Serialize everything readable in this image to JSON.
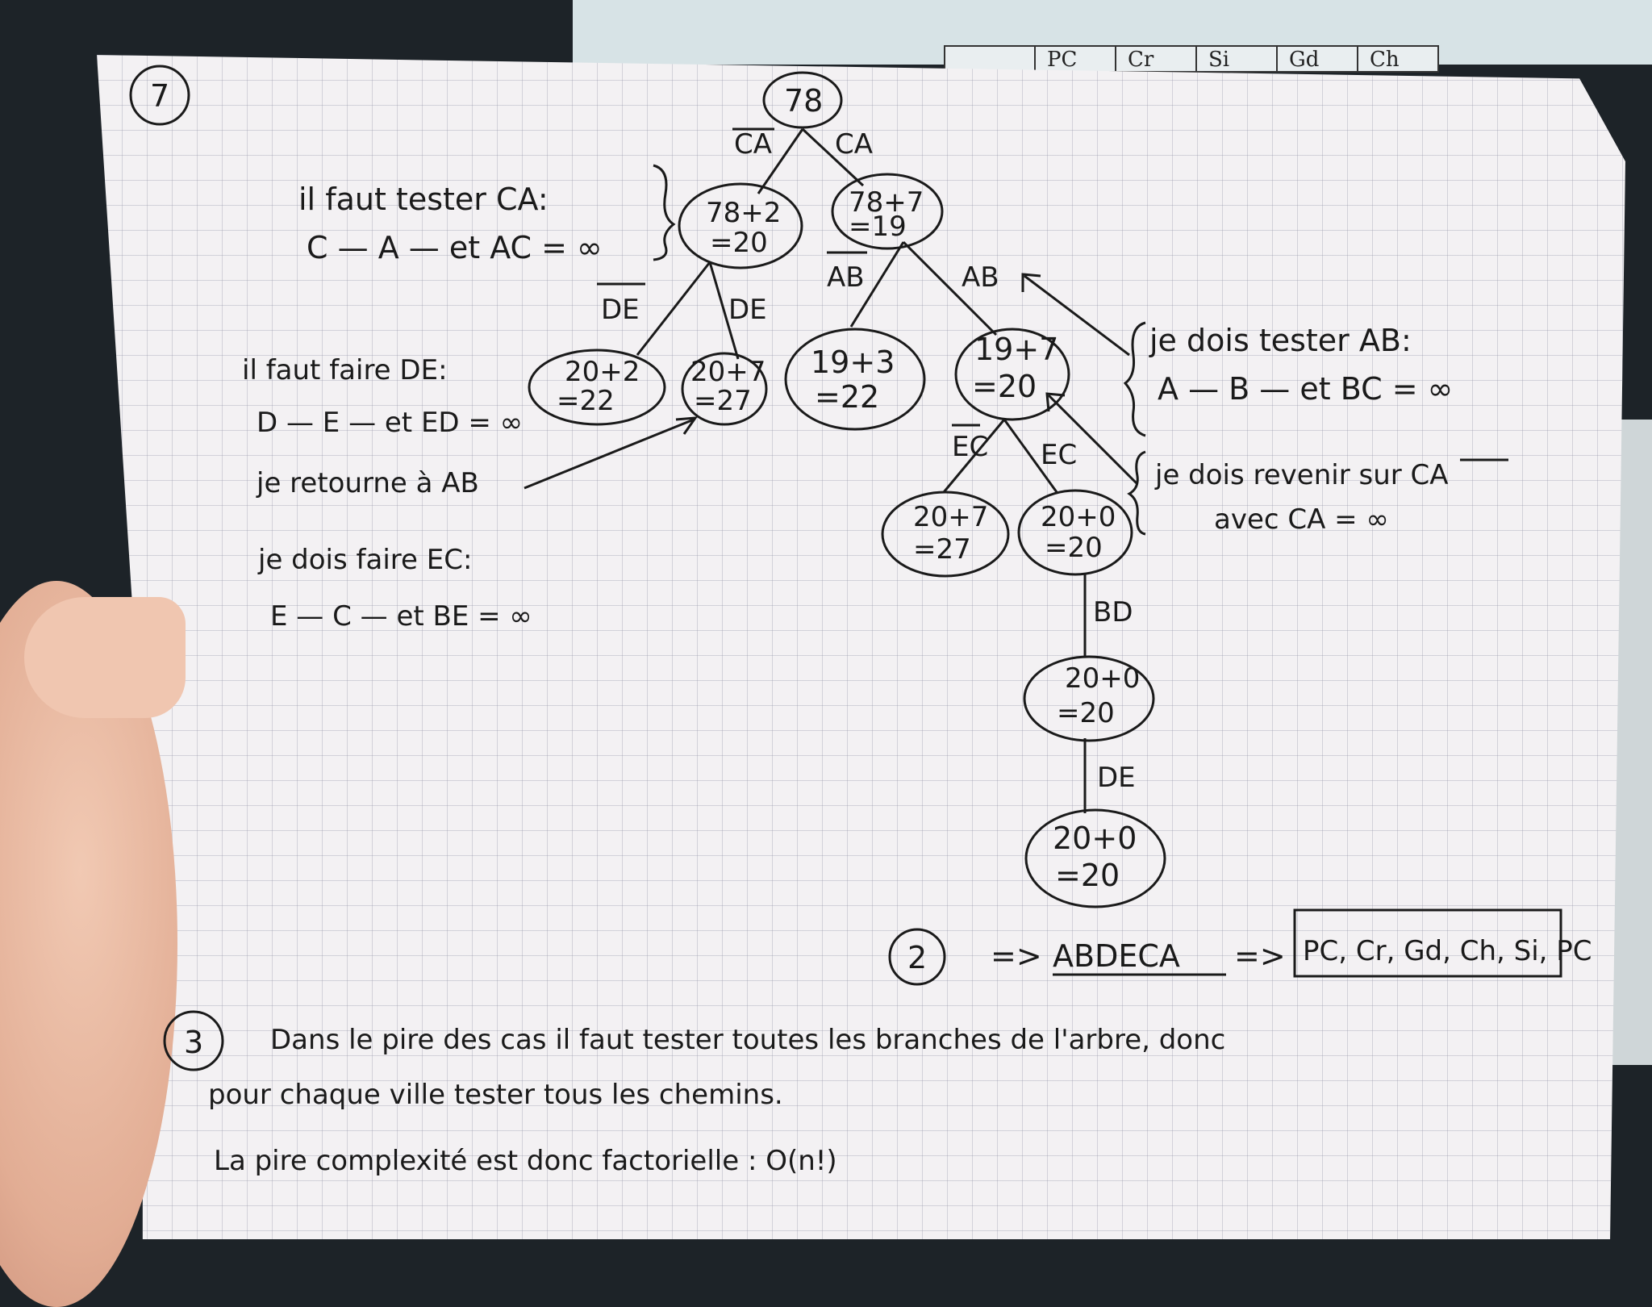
{
  "screen": {
    "table_headers": [
      "",
      "PC",
      "Cr",
      "Si",
      "Gd",
      "Ch"
    ]
  },
  "notes": {
    "q1_marker": "7",
    "tree": {
      "root": "78",
      "edges": {
        "not_ca": "CA",
        "ca": "CA",
        "not_de": "DE",
        "de": "DE",
        "not_ab": "AB",
        "ab": "AB",
        "not_ec": "EC",
        "ec": "EC",
        "bd": "BD",
        "de2": "DE"
      },
      "nodes": {
        "n78_2": [
          "78+2",
          "=20"
        ],
        "n78_7": [
          "78+7",
          "=19"
        ],
        "n20_2": [
          "20+2",
          "=22"
        ],
        "n20_7a": [
          "20+7",
          "=27"
        ],
        "n19_3": [
          "19+3",
          "=22"
        ],
        "n19_7": [
          "19+7",
          "=20"
        ],
        "n20_7b": [
          "20+7",
          "=27"
        ],
        "n20_0a": [
          "20+0",
          "=20"
        ],
        "n20_0b": [
          "20+0",
          "=20"
        ],
        "n20_0c": [
          "20+0",
          "=20"
        ]
      }
    },
    "left": {
      "test_ca": "il faut tester CA:",
      "test_ca_2": "C — A — et AC = ∞",
      "do_de": "il faut faire DE:",
      "do_de_2": "D — E — et ED = ∞",
      "return_ab": "je retourne à AB",
      "do_ec": "je dois faire EC:",
      "do_ec_2": "E — C — et BE = ∞"
    },
    "right": {
      "test_ab": "je dois tester AB:",
      "test_ab_2": "A — B — et BC = ∞",
      "back_ca": "je dois revenir sur CA",
      "back_ca_2": "avec CA = ∞"
    },
    "q2": {
      "marker": "2",
      "arrow1": "=>",
      "path": "ABDECA",
      "arrow2": "=>",
      "result": "PC, Cr, Gd, Ch, Si, PC"
    },
    "q3": {
      "marker": "3",
      "line1": "Dans le pire des cas il faut tester toutes les branches de l'arbre, donc",
      "line2": "pour chaque ville tester tous les chemins.",
      "line3": "La pire complexité est donc factorielle : O(n!)"
    }
  }
}
